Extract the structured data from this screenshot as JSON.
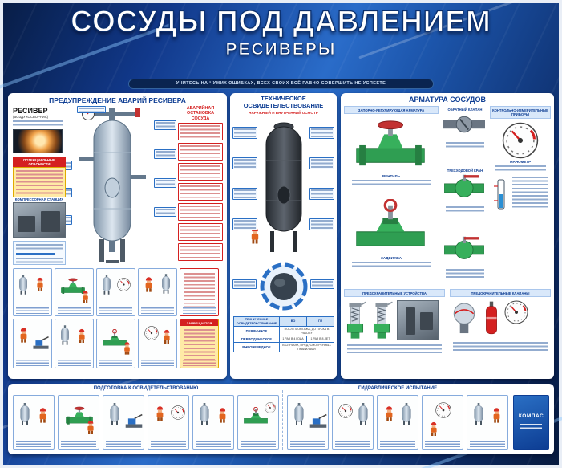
{
  "poster": {
    "title": "СОСУДЫ ПОД ДАВЛЕНИЕМ",
    "subtitle": "РЕСИВЕРЫ",
    "motto": "УЧИТЕСЬ НА ЧУЖИХ ОШИБКАХ, ВСЕХ СВОИХ ВСЁ РАВНО СОВЕРШИТЬ НЕ УСПЕЕТЕ",
    "accent_blue": "#1558b0",
    "accent_red": "#d42020",
    "logo_text": "КОМПАС"
  },
  "left_panel": {
    "title": "ПРЕДУПРЕЖДЕНИЕ АВАРИЙ РЕСИВЕРА",
    "receiver_label": "РЕСИВЕР",
    "receiver_sublabel": "(ВОЗДУХОСБОРНИК)",
    "hazards_title": "ПОТЕНЦИАЛЬНЫЕ ОПАСНОСТИ",
    "compressor_label": "КОМПРЕССОРНАЯ СТАНЦИЯ",
    "emergency_title": "АВАРИЙНАЯ ОСТАНОВКА СОСУДА",
    "prohibited_label": "ЗАПРЕЩАЕТСЯ"
  },
  "middle_panel": {
    "title": "ТЕХНИЧЕСКОЕ ОСВИДЕТЕЛЬСТВОВАНИЕ",
    "subtitle": "НАРУЖНЫЙ И ВНУТРЕННИЙ ОСМОТР",
    "table": {
      "header": "ТЕХНИЧЕСКОЕ ОСВИДЕТЕЛЬСТВОВАНИЕ",
      "col_vo": "ВО",
      "col_gi": "ГИ",
      "row_primary_label": "ПЕРВИЧНОЕ",
      "row_primary_value": "ПОСЛЕ МОНТАЖА, ДО ПУСКА В РАБОТУ",
      "row_periodic_label": "ПЕРИОДИЧЕСКОЕ",
      "row_periodic_vo": "1 РАЗ В 4 ГОДА",
      "row_periodic_gi": "1 РАЗ В 8 ЛЕТ",
      "row_special_label": "ВНЕОЧЕРЕДНОЕ",
      "row_special_value": "В СЛУЧАЯХ, ПРЕДУСМОТРЕННЫХ ПРАВИЛАМИ"
    }
  },
  "right_panel": {
    "title": "АРМАТУРА СОСУДОВ",
    "shutoff_title": "ЗАПОРНО-РЕГУЛИРУЮЩАЯ АРМАТУРА",
    "instruments_title": "КОНТРОЛЬНО-ИЗМЕРИТЕЛЬНЫЕ ПРИБОРЫ",
    "valve_labels": [
      "ВЕНТИЛЬ",
      "ЗАДВИЖКА",
      "ОБРАТНЫЙ КЛАПАН",
      "ТРЕХХОДОВОЙ КРАН"
    ],
    "gauge_label": "МАНОМЕТР",
    "safety_left_title": "ПРЕДОХРАНИТЕЛЬНЫЕ УСТРОЙСТВА",
    "safety_right_title": "ПРЕДОХРАНИТЕЛЬНЫЕ КЛАПАНЫ"
  },
  "bottom_strip": {
    "left_title": "ПОДГОТОВКА К ОСВИДЕТЕЛЬСТВОВАНИЮ",
    "right_title": "ГИДРАВЛИЧЕСКОЕ ИСПЫТАНИЕ"
  }
}
